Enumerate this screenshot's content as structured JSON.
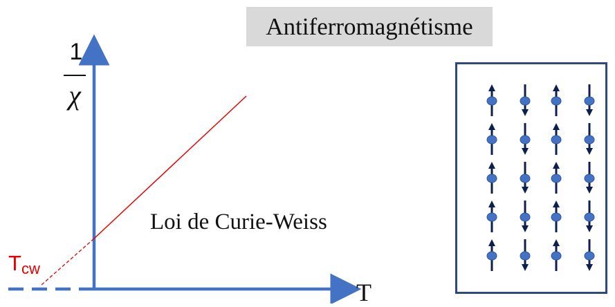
{
  "title": "Antiferromagnétisme",
  "axes": {
    "y_numerator": "1",
    "y_denominator": "χ",
    "x_label": "T"
  },
  "law_label": "Loi de Curie-Weiss",
  "tcw_label": {
    "main": "T",
    "sub": "cw"
  },
  "colors": {
    "axis": "#4472c4",
    "curve": "#e60000",
    "spin": "#0d1f4d",
    "spin_dot": "#4472c4",
    "frame": "#2f4a7a"
  },
  "spin_lattice": {
    "columns": [
      {
        "direction": "up",
        "count": 5
      },
      {
        "direction": "down",
        "count": 5
      },
      {
        "direction": "up",
        "count": 5
      },
      {
        "direction": "down",
        "count": 5
      }
    ]
  }
}
